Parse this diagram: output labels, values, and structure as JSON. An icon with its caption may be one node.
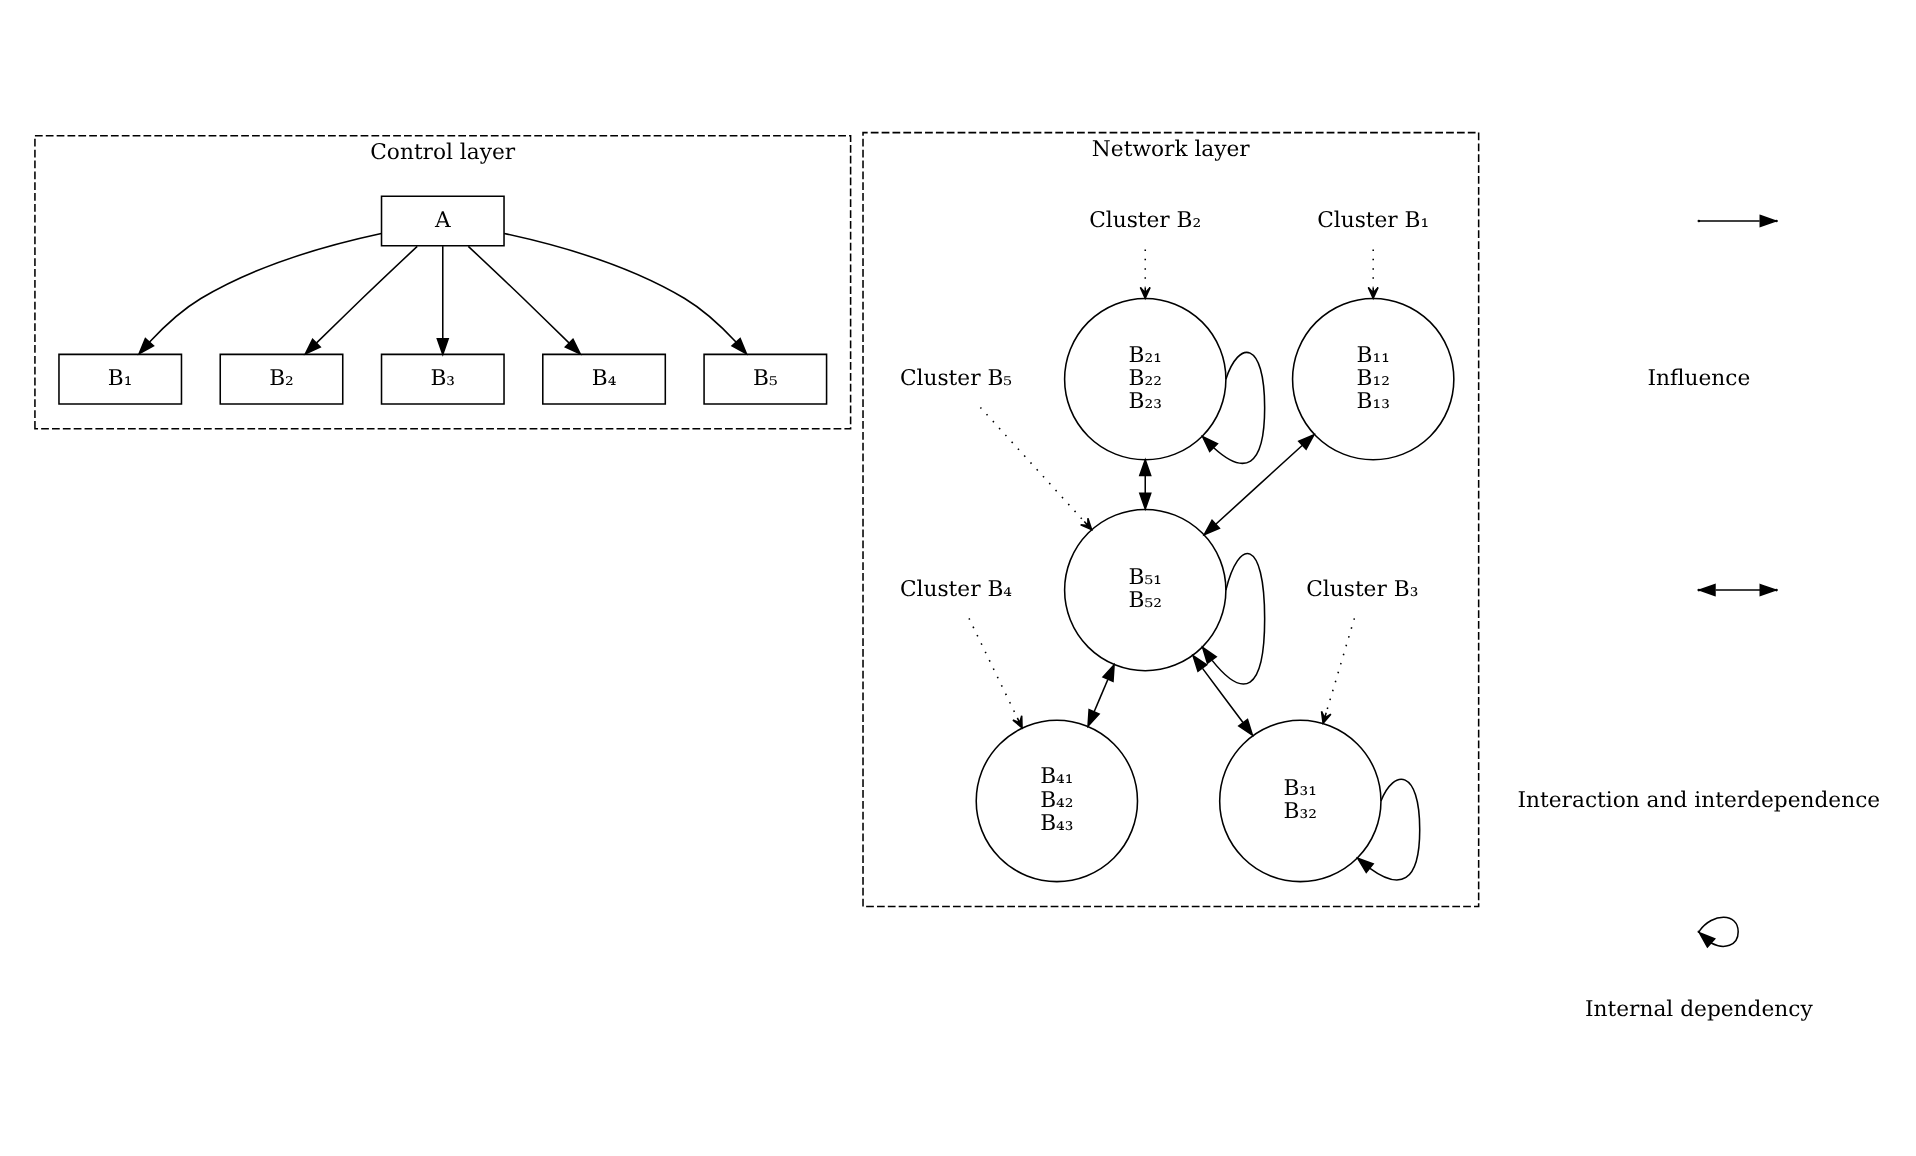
{
  "diagram": {
    "nodes": [
      {
        "text": [
          "Control layer"
        ]
      },
      {
        "text": [
          "A"
        ],
        "in": 0
      },
      {
        "text": [
          "B₁"
        ],
        "in": 0
      },
      {
        "text": [
          "B₂"
        ],
        "in": 0
      },
      {
        "text": [
          "B₃"
        ],
        "in": 0
      },
      {
        "text": [
          "B₄"
        ],
        "in": 0
      },
      {
        "text": [
          "B₅"
        ],
        "in": 0
      },
      {
        "text": [
          "Network layer"
        ]
      },
      {
        "text": [
          "Cluster B₁"
        ],
        "in": 7
      },
      {
        "text": [
          "Cluster B₂"
        ],
        "in": 7
      },
      {
        "text": [
          "B₁₁",
          "B₁₂",
          "B₁₃"
        ],
        "in": 7
      },
      {
        "text": [
          "B₂₁",
          "B₂₂",
          "B₂₃"
        ],
        "in": 7
      },
      {
        "text": [
          "Cluster B₅"
        ],
        "in": 7
      },
      {
        "text": [
          "B₅₁",
          "B₅₂"
        ],
        "in": 7
      },
      {
        "text": [
          "B₃₁",
          "B₃₂"
        ],
        "in": 7
      },
      {
        "text": [
          "B₄₁",
          "B₄₂",
          "B₄₃"
        ],
        "in": 7
      },
      {
        "text": [
          "Cluster B₃"
        ],
        "in": 7
      },
      {
        "text": [
          "Cluster B₄"
        ],
        "in": 7
      }
    ],
    "edges": [
      {
        "from": 1,
        "to": 2,
        "arrow": "to"
      },
      {
        "from": 1,
        "to": 3,
        "arrow": "to"
      },
      {
        "from": 1,
        "to": 4,
        "arrow": "to"
      },
      {
        "from": 1,
        "to": 5,
        "arrow": "to"
      },
      {
        "from": 1,
        "to": 6,
        "arrow": "to"
      },
      {
        "from": 8,
        "to": 10,
        "arrow": "to",
        "style": "dashed"
      },
      {
        "from": 9,
        "to": 11,
        "arrow": "to",
        "style": "dashed"
      },
      {
        "from": 11,
        "to": 11,
        "arrow": "to"
      },
      {
        "from": 10,
        "to": 13,
        "arrow": "both"
      },
      {
        "from": 11,
        "to": 13,
        "arrow": "both"
      },
      {
        "from": 12,
        "to": 13,
        "arrow": "to",
        "style": "dashed"
      },
      {
        "from": 13,
        "to": 13,
        "arrow": "to"
      },
      {
        "from": 13,
        "to": 14,
        "arrow": "both"
      },
      {
        "from": 13,
        "to": 15,
        "arrow": "both"
      },
      {
        "from": 14,
        "to": 14,
        "arrow": "to"
      },
      {
        "from": 16,
        "to": 14,
        "arrow": "to",
        "style": "dashed"
      },
      {
        "from": 17,
        "to": 15,
        "arrow": "to",
        "style": "dashed"
      }
    ],
    "legend": [
      {
        "text": "Influence"
      },
      {
        "text": "Interaction and interdependence"
      },
      {
        "text": "Internal dependency"
      }
    ]
  }
}
